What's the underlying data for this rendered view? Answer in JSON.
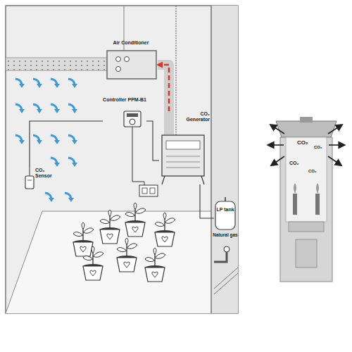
{
  "diagram": {
    "nodes": [
      {
        "text": [
          "Air Conditioner"
        ]
      },
      {
        "text": [
          "Controller PPM-B1"
        ]
      },
      {
        "text": [
          "CO₂ Generator"
        ]
      },
      {
        "text": [
          "CO₂ Sensor"
        ]
      },
      {
        "text": [
          "LP tank"
        ]
      }
    ],
    "edges": [
      {
        "from": 2,
        "to": 0,
        "arrow": "to"
      },
      {
        "from": 3,
        "to": 1,
        "arrow": "none"
      },
      {
        "from": 1,
        "to": 2,
        "arrow": "none"
      },
      {
        "from": 4,
        "to": 2,
        "arrow": "none"
      }
    ],
    "labels": [
      "Natural gas",
      "CO₂",
      "CO₂",
      "CO₂",
      "CO₂"
    ]
  }
}
